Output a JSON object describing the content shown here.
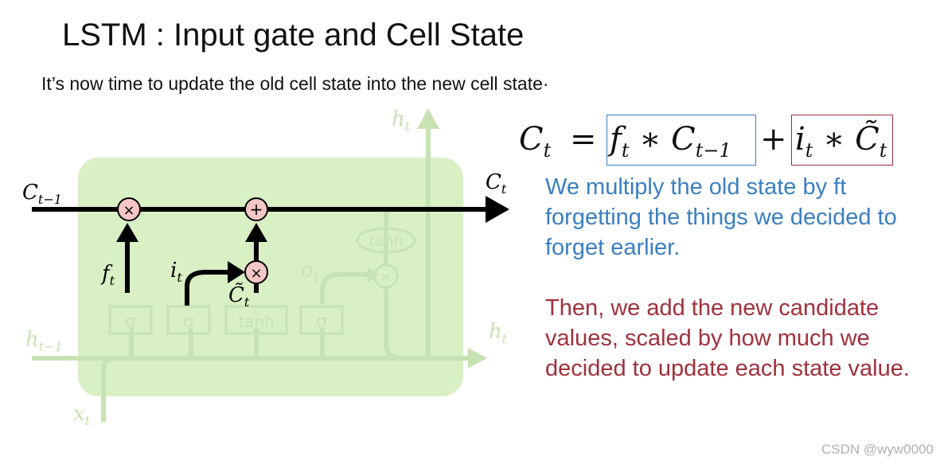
{
  "slide": {
    "title": "LSTM : Input gate and Cell State",
    "subtitle": "It’s now time to update the old cell state into the new cell state·"
  },
  "diagram": {
    "labels": {
      "h_top": "h",
      "h_top_sub": "t",
      "c_prev": "C",
      "c_prev_sub": "t−1",
      "c_next": "C",
      "c_next_sub": "t",
      "h_prev": "h",
      "h_prev_sub": "t−1",
      "h_next": "h",
      "h_next_sub": "t",
      "x_in": "x",
      "x_in_sub": "t",
      "f_gate": "f",
      "f_gate_sub": "t",
      "i_gate": "i",
      "i_gate_sub": "t",
      "o_gate": "o",
      "o_gate_sub": "t",
      "c_tilde": "C̃",
      "c_tilde_sub": "t"
    },
    "ops": {
      "multiply": "×",
      "add": "+",
      "multiply_out": "×"
    },
    "layers": [
      "σ",
      "σ",
      "tanh",
      "σ"
    ],
    "tanh_pointwise": "tanh"
  },
  "equation": {
    "lhs": "C",
    "lhs_sub": "t",
    "equals": "=",
    "f": "f",
    "f_sub": "t",
    "star1": "∗",
    "c_prev": "C",
    "c_prev_sub": "t−1",
    "plus": "+",
    "i": "i",
    "i_sub": "t",
    "star2": "∗",
    "c_tilde": "C̃",
    "c_tilde_sub": "t"
  },
  "notes": {
    "forget": "We multiply the old state by ft forgetting the things we decided to forget earlier.",
    "add": "Then, we add the new candidate values, scaled by how much we decided to update each state value."
  },
  "watermark": "CSDN @wyw0000",
  "colors": {
    "cell_fill": "#d9efc4",
    "faded_line": "#c7e2b3",
    "op_fill": "#f5c6c6",
    "blue": "#3a7fc1",
    "red": "#a0313c"
  }
}
